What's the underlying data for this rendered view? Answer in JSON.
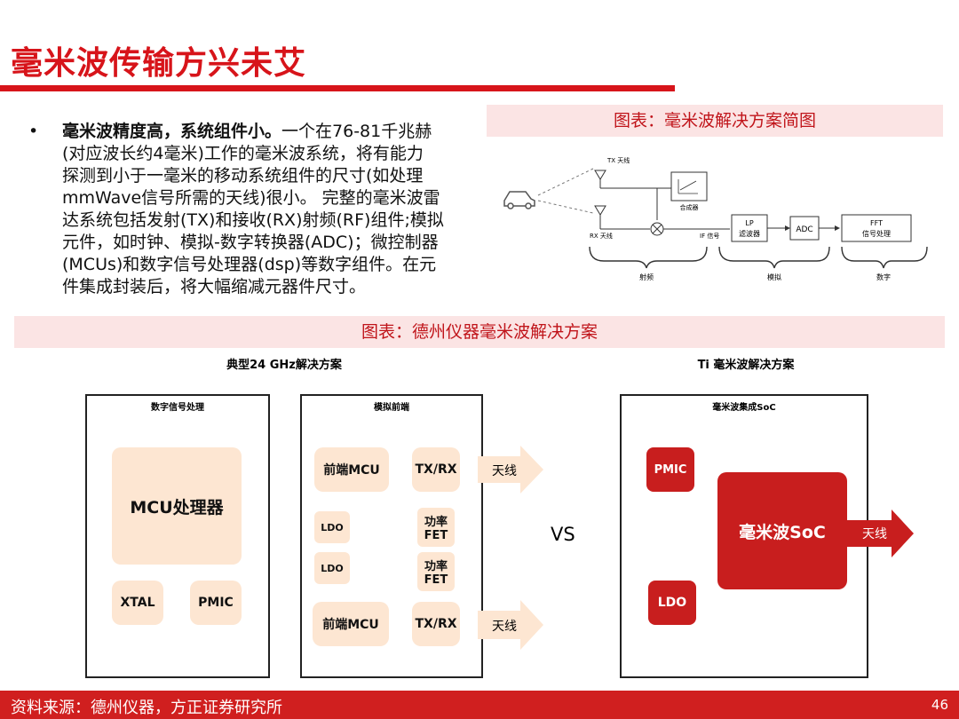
{
  "title": "毫米波传输方兴未艾",
  "bullet": {
    "dot": "•",
    "bold": "毫米波精度高，系统组件小。",
    "line1": "一个在76-81千兆赫",
    "line2": "(对应波长约4毫米)工作的毫米波系统，将有能力",
    "line3": "探测到小于一毫米的移动系统组件的尺寸(如处理",
    "line4": "mmWave信号所需的天线)很小。 完整的毫米波雷",
    "line5": "达系统包括发射(TX)和接收(RX)射频(RF)组件;模拟",
    "line6": "元件，如时钟、模拟-数字转换器(ADC)；微控制器",
    "line7": "(MCUs)和数字信号处理器(dsp)等数字组件。在元",
    "line8": "件集成封装后，将大幅缩减元器件尺寸。"
  },
  "caption_top": "图表：毫米波解决方案简图",
  "rf": {
    "tx": "TX 天线",
    "rx": "RX 天线",
    "synth": "合成器",
    "if": "IF 信号",
    "lp1": "LP",
    "lp2": "滤波器",
    "adc": "ADC",
    "fft1": "FFT",
    "fft2": "信号处理",
    "g_rf": "射频",
    "g_analog": "模拟",
    "g_digital": "数字"
  },
  "caption_bottom": "图表：德州仪器毫米波解决方案",
  "left_solution": {
    "title": "典型24 GHz解决方案",
    "digital": {
      "head": "数字信号处理",
      "mcu": "MCU处理器",
      "xtal": "XTAL",
      "pmic": "PMIC"
    },
    "analog": {
      "head": "模拟前端",
      "mcu_top": "前端MCU",
      "txrx_top": "TX/RX",
      "ldo1": "LDO",
      "fet1_a": "功率",
      "fet1_b": "FET",
      "ldo2": "LDO",
      "fet2_a": "功率",
      "fet2_b": "FET",
      "mcu_bottom": "前端MCU",
      "txrx_bottom": "TX/RX",
      "antenna_top": "天线",
      "antenna_bottom": "天线"
    }
  },
  "vs": "VS",
  "right_solution": {
    "title": "Ti 毫米波解决方案",
    "head": "毫米波集成SoC",
    "pmic": "PMIC",
    "soc": "毫米波SoC",
    "ldo": "LDO",
    "antenna": "天线"
  },
  "footer": {
    "source": "资料来源：德州仪器，方正证券研究所",
    "page": "46"
  },
  "colors": {
    "brand_red": "#d7141a",
    "caption_bg": "#fbe4e4",
    "block_fill": "#fde6d2",
    "soc_red": "#c81e1e"
  }
}
